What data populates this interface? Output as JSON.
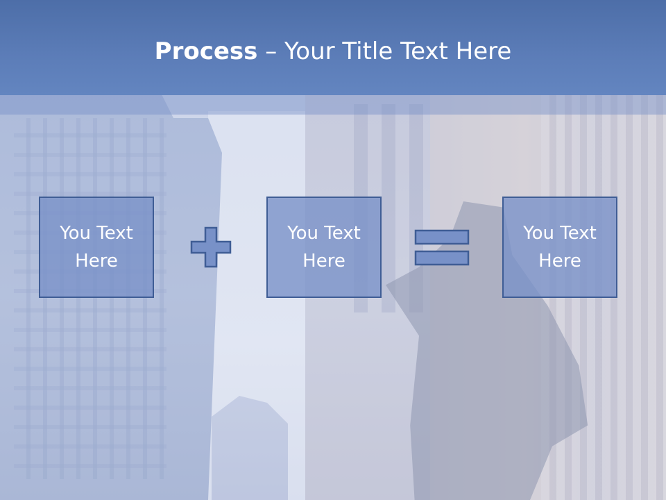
{
  "slide": {
    "title_strong": "Process",
    "title_separator": " – ",
    "title_rest": "Your Title Text Here"
  },
  "steps": [
    {
      "line1": "You Text",
      "line2": "Here"
    },
    {
      "line1": "You Text",
      "line2": "Here"
    },
    {
      "line1": "You Text",
      "line2": "Here"
    }
  ],
  "operators": [
    "plus-icon",
    "equals-icon"
  ],
  "colors": {
    "header": "#5c7db8",
    "box_fill": "#7891c8",
    "box_border": "#3f5d95",
    "text": "#ffffff"
  }
}
